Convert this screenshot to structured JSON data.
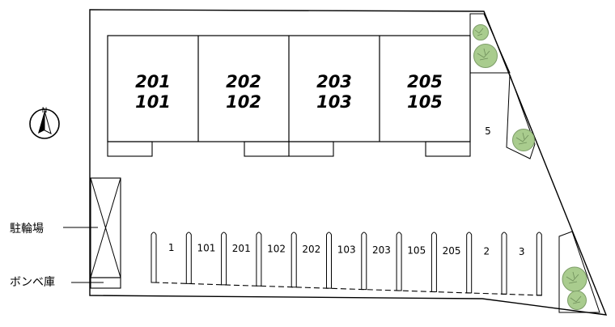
{
  "compass": {
    "label": "N",
    "icon": "north-arrow-icon"
  },
  "building": {
    "units": [
      {
        "upper": "201",
        "lower": "101"
      },
      {
        "upper": "202",
        "lower": "102"
      },
      {
        "upper": "203",
        "lower": "103"
      },
      {
        "upper": "205",
        "lower": "105"
      }
    ]
  },
  "parking_spot_5": "5",
  "parking_slots": [
    "1",
    "101",
    "201",
    "102",
    "202",
    "103",
    "203",
    "105",
    "205",
    "2",
    "3"
  ],
  "labels": {
    "bicycle_parking": "駐輪場",
    "gas_cylinder_storage": "ボンベ庫"
  },
  "colors": {
    "line": "#000000",
    "tree": "#a9cc8e",
    "background": "#ffffff"
  }
}
